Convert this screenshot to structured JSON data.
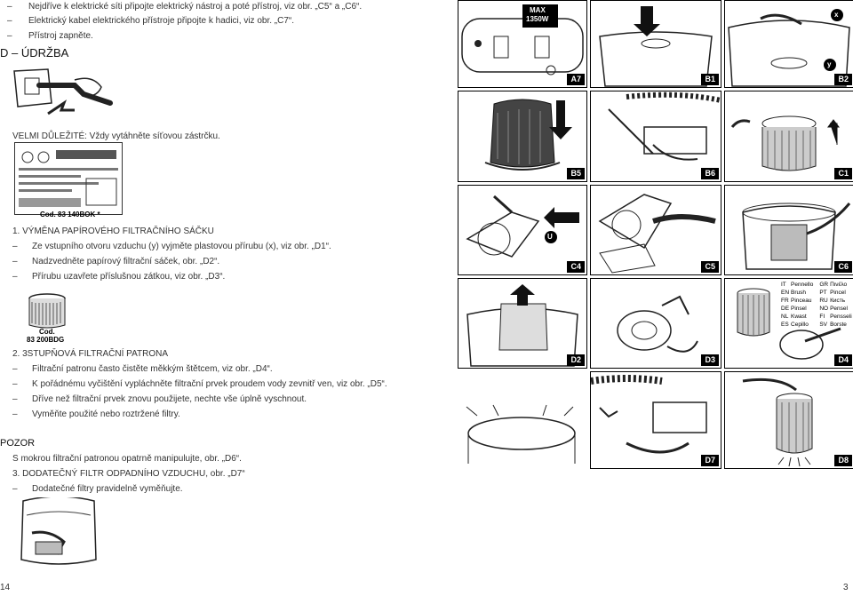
{
  "text": {
    "l1": "Nejdříve k elektrické síti připojte elektrický nástroj a poté přístroj, viz obr. „C5“ a „C6“.",
    "l2": "Elektrický kabel elektrického přístroje připojte k hadici, viz obr. „C7“.",
    "l3": "Přístroj zapněte.",
    "heading_d": "D – ÚDRŽBA",
    "important": "VELMI DŮLEŽITÉ: Vždy vytáhněte síťovou zástrčku.",
    "cod1": "Cod. 83 140BOK *",
    "s1_title": "1.   VÝMĚNA PAPÍROVÉHO FILTRAČNÍHO SÁČKU",
    "s1_a": "Ze vstupního otvoru vzduchu (y) vyjměte plastovou přírubu (x), viz obr. „D1“.",
    "s1_b": "Nadzvedněte papírový filtrační sáček, obr. „D2“.",
    "s1_c": "Přírubu uzavřete příslušnou zátkou, viz obr. „D3“.",
    "cod2_a": "Cod.",
    "cod2_b": "83 200BDG",
    "s2_title": "2.   3STUPŇOVÁ FILTRAČNÍ PATRONA",
    "s2_a": "Filtrační patronu často čistěte měkkým štětcem, viz obr. „D4“.",
    "s2_b": "K pořádnému vyčištění vypláchněte filtrační prvek proudem vody zevnitř ven, viz obr. „D5“.",
    "s2_c": "Dříve než filtrační prvek znovu použijete, nechte vše úplně vyschnout.",
    "s2_d": "Vyměňte použité nebo roztržené filtry.",
    "pozor": "POZOR",
    "pozor_text": "S mokrou filtrační patronou opatrně manipulujte, obr. „D6“.",
    "s3_title": "3.   DODATEČNÝ FILTR ODPADNÍHO VZDUCHU, obr. „D7“",
    "s3_a": "Dodatečné filtry pravidelně vyměňujte.",
    "page_left": "14",
    "page_right": "3"
  },
  "dash": "–",
  "figure_labels": {
    "A7": "A7",
    "B1": "B1",
    "B2": "B2",
    "B5": "B5",
    "B6": "B6",
    "C1": "C1",
    "C4": "C4",
    "C5": "C5",
    "C6": "C6",
    "D2": "D2",
    "D3": "D3",
    "D4": "D4",
    "D7": "D7",
    "D8": "D8"
  },
  "captions": {
    "max": "MAX",
    "watt": "1350W",
    "x": "x",
    "y": "y",
    "u": "U"
  },
  "brush_table": [
    [
      "IT",
      "Pennello",
      "GR",
      "Πινέλο"
    ],
    [
      "EN",
      "Brush",
      "PT",
      "Pincel"
    ],
    [
      "FR",
      "Pinceau",
      "RU",
      "Кисть"
    ],
    [
      "DE",
      "Pinsel",
      "NO",
      "Pensel"
    ],
    [
      "NL",
      "Kwast",
      "FI",
      "Pensseli"
    ],
    [
      "ES",
      "Cepillo",
      "SV",
      "Borste"
    ]
  ]
}
